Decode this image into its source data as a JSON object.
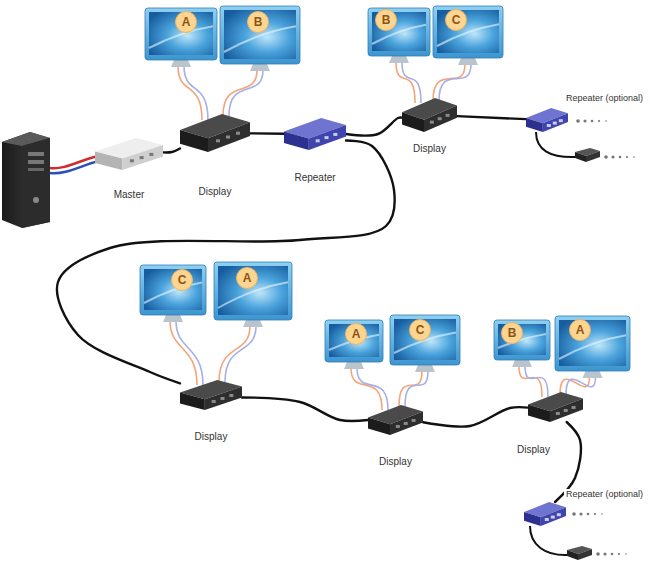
{
  "diagram": {
    "nodes": [
      {
        "text": [
          "A"
        ]
      },
      {
        "text": [
          "B"
        ]
      },
      {
        "text": [
          "Master"
        ]
      },
      {
        "text": [
          "Display"
        ]
      },
      {
        "text": [
          "Repeater"
        ]
      },
      {
        "text": [
          "B"
        ]
      },
      {
        "text": [
          "C"
        ]
      },
      {
        "text": [
          "Display"
        ]
      },
      {
        "text": [
          "Repeater (optional)"
        ]
      },
      {
        "text": [
          "C"
        ]
      },
      {
        "text": [
          "A"
        ]
      },
      {
        "text": [
          "Display"
        ]
      },
      {
        "text": [
          "A"
        ]
      },
      {
        "text": [
          "C"
        ]
      },
      {
        "text": [
          "Display"
        ]
      },
      {
        "text": [
          "B"
        ]
      },
      {
        "text": [
          "A"
        ]
      },
      {
        "text": [
          "Display"
        ]
      },
      {
        "text": [
          "Repeater (optional)"
        ]
      }
    ],
    "edges": [
      {
        "from": 2,
        "to": 3,
        "arrow": "none"
      },
      {
        "from": 3,
        "to": 4,
        "arrow": "none"
      },
      {
        "from": 4,
        "to": 7,
        "arrow": "none"
      },
      {
        "from": 7,
        "to": 8,
        "arrow": "none"
      },
      {
        "from": 4,
        "to": 11,
        "arrow": "none"
      },
      {
        "from": 11,
        "to": 14,
        "arrow": "none"
      },
      {
        "from": 14,
        "to": 17,
        "arrow": "none"
      },
      {
        "from": 17,
        "to": 18,
        "arrow": "none"
      }
    ]
  }
}
